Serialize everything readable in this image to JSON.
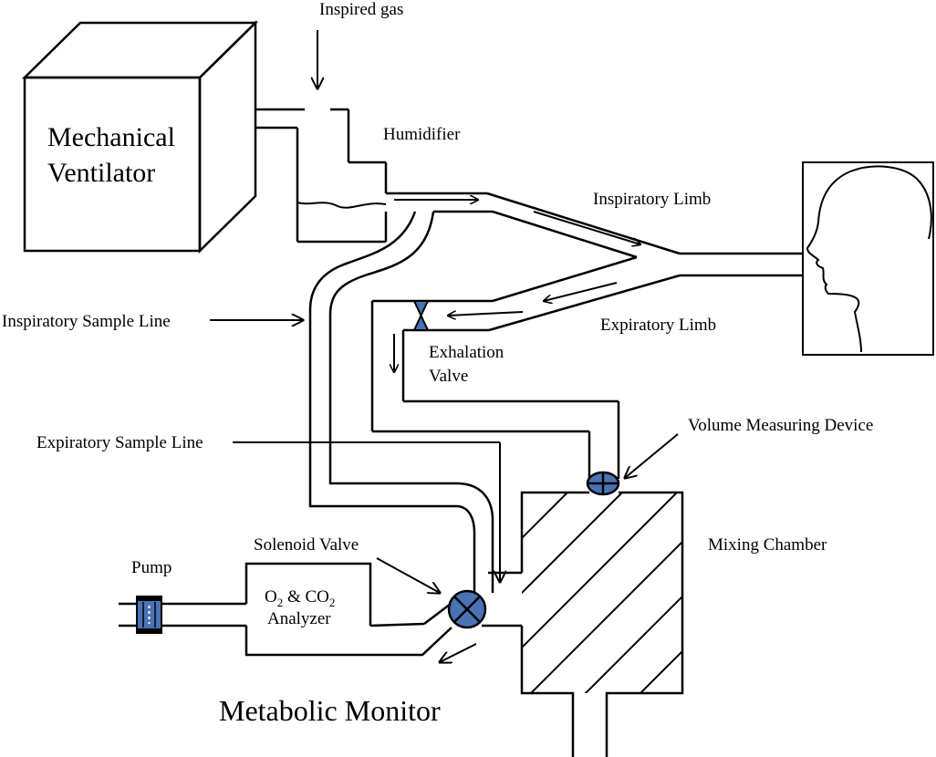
{
  "labels": {
    "inspired_gas": "Inspired gas",
    "ventilator_line1": "Mechanical",
    "ventilator_line2": "Ventilator",
    "humidifier": "Humidifier",
    "inspiratory_limb": "Inspiratory Limb",
    "expiratory_limb": "Expiratory Limb",
    "inspiratory_sample_line": "Inspiratory Sample Line",
    "exhalation_valve_line1": "Exhalation",
    "exhalation_valve_line2": "Valve",
    "expiratory_sample_line": "Expiratory Sample Line",
    "volume_measuring_device": "Volume Measuring Device",
    "mixing_chamber": "Mixing Chamber",
    "solenoid_valve": "Solenoid Valve",
    "pump": "Pump",
    "analyzer_o2": "O",
    "analyzer_o2_sub": "2",
    "analyzer_amp_co": " & CO",
    "analyzer_co2_sub": "2",
    "analyzer_line2": "Analyzer",
    "metabolic_monitor": "Metabolic Monitor"
  },
  "colors": {
    "valve_fill": "#4a72b5",
    "pump_fill": "#4a72b5"
  }
}
